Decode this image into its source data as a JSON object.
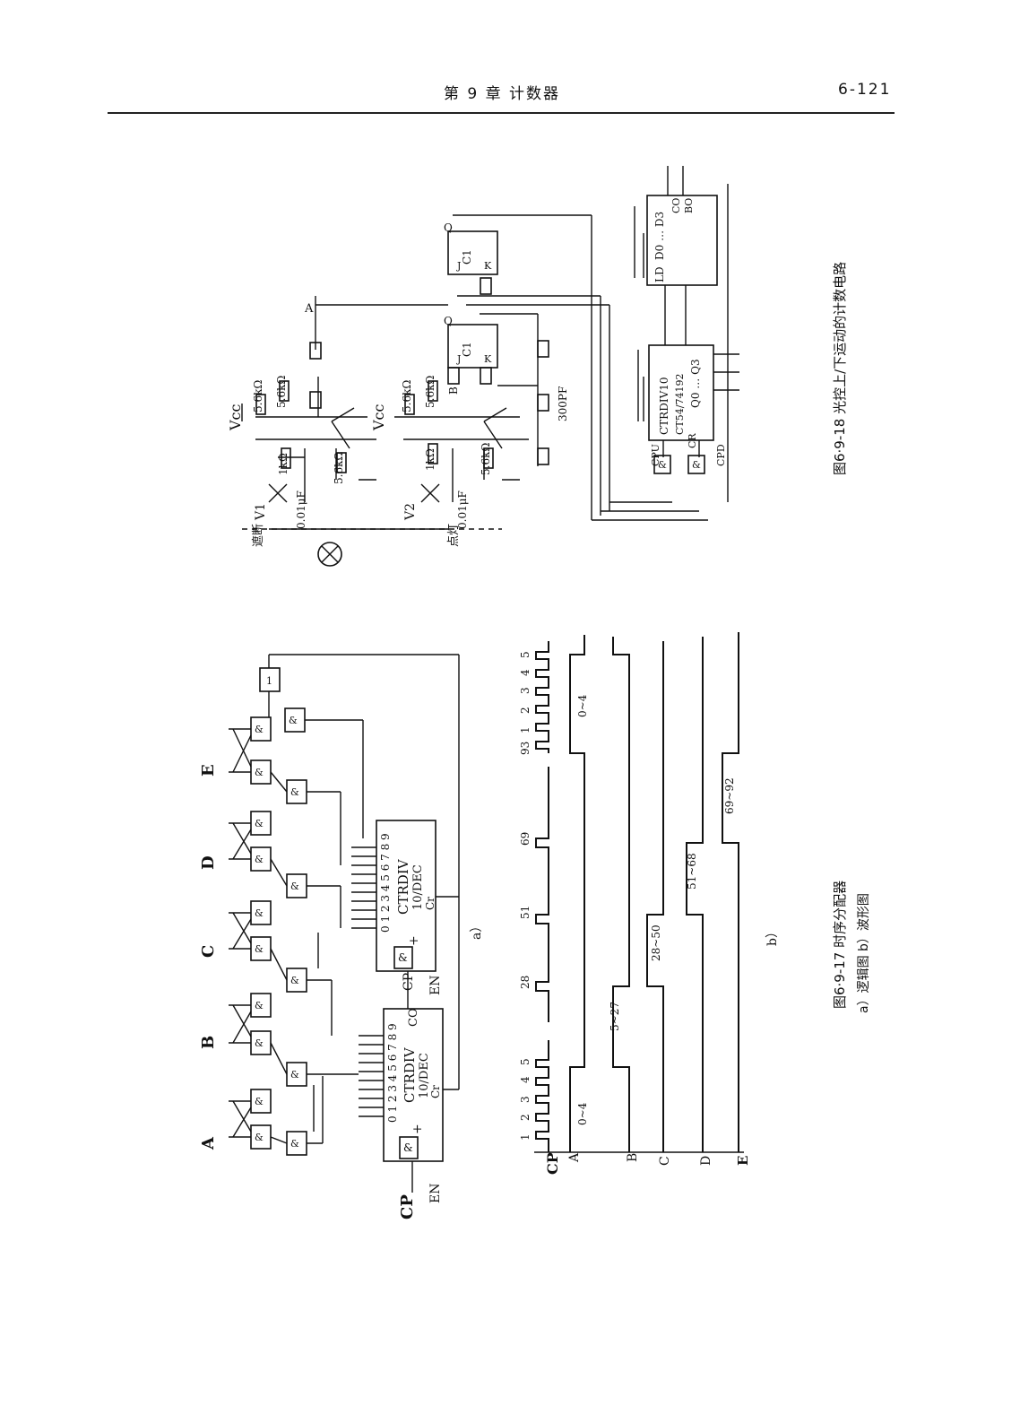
{
  "header": {
    "chapter": "第 9 章   计数器",
    "page_number": "6-121"
  },
  "fig_6_9_17": {
    "caption_title": "图6·9-17   时序分配器",
    "caption_sub": "a）逻辑图   b）波形图",
    "part_a_label": "a）",
    "part_b_label": "b）",
    "counter_name": "CTRDIV",
    "counter_sub": "10/DEC",
    "counter_cr": "Cr",
    "counter_co": "CO",
    "counter_pins": "0 1 2 3 4 5 6 7 8 9",
    "and_symbol": "&",
    "plus_symbol": "+",
    "cp_label": "CP",
    "en_label": "EN",
    "inverter_label": "1",
    "outputs": [
      "A",
      "B",
      "C",
      "D",
      "E"
    ],
    "wave_signals": [
      "CP",
      "A",
      "B",
      "C",
      "D",
      "E"
    ],
    "cp_pulse_labels": [
      "1",
      "2",
      "3",
      "4",
      "5",
      "28",
      "51",
      "69",
      "93",
      "1",
      "2",
      "3",
      "4",
      "5"
    ],
    "wave_ranges": [
      "0~4",
      "5~27",
      "28~50",
      "51~68",
      "69~92",
      "0~4"
    ]
  },
  "fig_6_9_18": {
    "caption": "图6·9-18   光控上/下运动的计数电路",
    "vcc": "Vcc",
    "r_5k6": "5.6kΩ",
    "r_1k": "1kΩ",
    "c_001": "0.01μF",
    "c_300p": "300PF",
    "v1": "V1",
    "v2": "V2",
    "ff_labels": [
      "Q",
      "Q̄",
      "J",
      "K",
      "C1"
    ],
    "node_a": "A",
    "node_b": "B",
    "counter_main": "CTRDIV10",
    "counter_model": "CT54/74192",
    "pin_ld": "LD",
    "pin_d0": "D0 … D3",
    "pin_co": "CO",
    "pin_bo": "BO",
    "pin_q": "Q0 … Q3",
    "pin_cr": "CR",
    "pin_cpu": "CPU",
    "pin_cpd": "CPD",
    "left_mark": "遮断",
    "right_mark": "点灯"
  }
}
